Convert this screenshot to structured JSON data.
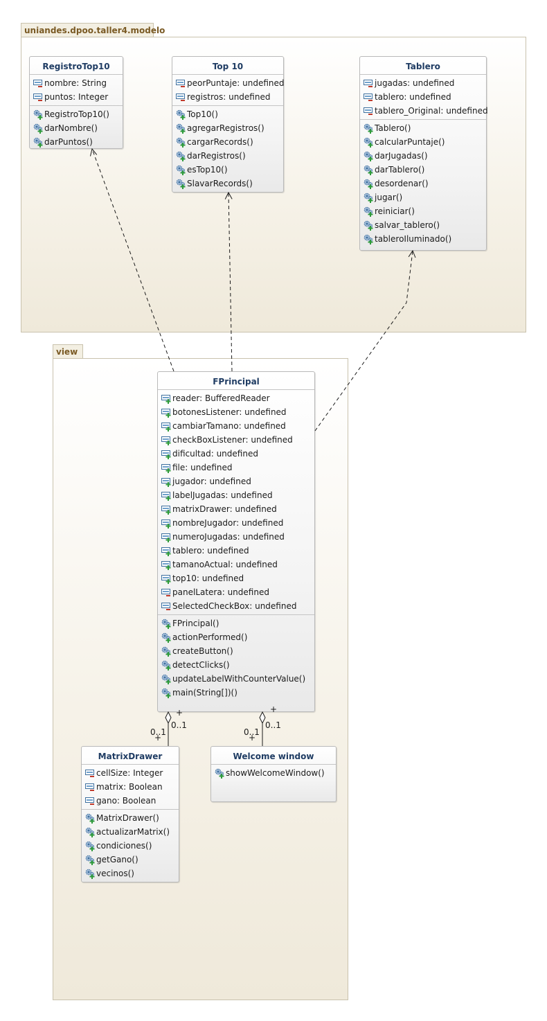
{
  "packages": {
    "modelo": {
      "name": "uniandes.dpoo.taller4.modelo"
    },
    "view": {
      "name": "view"
    }
  },
  "classes": {
    "registrotop10": {
      "name": "RegistroTop10",
      "attributes": [
        {
          "text": "nombre: String",
          "vis": "private"
        },
        {
          "text": "puntos: Integer",
          "vis": "private"
        }
      ],
      "methods": [
        {
          "text": "RegistroTop10()"
        },
        {
          "text": "darNombre()"
        },
        {
          "text": "darPuntos()"
        }
      ]
    },
    "top10": {
      "name": "Top 10",
      "attributes": [
        {
          "text": "peorPuntaje: undefined",
          "vis": "private"
        },
        {
          "text": "registros: undefined",
          "vis": "private"
        }
      ],
      "methods": [
        {
          "text": "Top10()"
        },
        {
          "text": "agregarRegistros()"
        },
        {
          "text": "cargarRecords()"
        },
        {
          "text": "darRegistros()"
        },
        {
          "text": "esTop10()"
        },
        {
          "text": "SlavarRecords()"
        }
      ]
    },
    "tablero": {
      "name": "Tablero",
      "attributes": [
        {
          "text": "jugadas: undefined",
          "vis": "private"
        },
        {
          "text": "tablero: undefined",
          "vis": "private"
        },
        {
          "text": "tablero_Original: undefined",
          "vis": "private"
        }
      ],
      "methods": [
        {
          "text": "Tablero()"
        },
        {
          "text": "calcularPuntaje()"
        },
        {
          "text": "darJugadas()"
        },
        {
          "text": "darTablero()"
        },
        {
          "text": "desordenar()"
        },
        {
          "text": "jugar()"
        },
        {
          "text": "reiniciar()"
        },
        {
          "text": "salvar_tablero()"
        },
        {
          "text": "tableroIluminado()"
        }
      ]
    },
    "fprincipal": {
      "name": "FPrincipal",
      "attributes": [
        {
          "text": "reader: BufferedReader",
          "vis": "public"
        },
        {
          "text": "botonesListener: undefined",
          "vis": "public"
        },
        {
          "text": "cambiarTamano: undefined",
          "vis": "public"
        },
        {
          "text": "checkBoxListener: undefined",
          "vis": "public"
        },
        {
          "text": "dificultad: undefined",
          "vis": "public"
        },
        {
          "text": "file: undefined",
          "vis": "public"
        },
        {
          "text": "jugador: undefined",
          "vis": "public"
        },
        {
          "text": "labelJugadas: undefined",
          "vis": "public"
        },
        {
          "text": "matrixDrawer: undefined",
          "vis": "public"
        },
        {
          "text": "nombreJugador: undefined",
          "vis": "public"
        },
        {
          "text": "numeroJugadas: undefined",
          "vis": "public"
        },
        {
          "text": "tablero: undefined",
          "vis": "public"
        },
        {
          "text": "tamanoActual: undefined",
          "vis": "public"
        },
        {
          "text": "top10: undefined",
          "vis": "public"
        },
        {
          "text": "panelLatera: undefined",
          "vis": "private"
        },
        {
          "text": "SelectedCheckBox: undefined",
          "vis": "private"
        }
      ],
      "methods": [
        {
          "text": "FPrincipal()"
        },
        {
          "text": "actionPerformed()"
        },
        {
          "text": "createButton()"
        },
        {
          "text": "detectClicks()"
        },
        {
          "text": "updateLabelWithCounterValue()"
        },
        {
          "text": "main(String[])()"
        }
      ]
    },
    "matrixdrawer": {
      "name": "MatrixDrawer",
      "attributes": [
        {
          "text": "cellSize: Integer",
          "vis": "private"
        },
        {
          "text": "matrix: Boolean",
          "vis": "private"
        },
        {
          "text": "gano: Boolean",
          "vis": "private"
        }
      ],
      "methods": [
        {
          "text": "MatrixDrawer()"
        },
        {
          "text": "actualizarMatrix()"
        },
        {
          "text": "condiciones()"
        },
        {
          "text": "getGano()"
        },
        {
          "text": "vecinos()"
        }
      ]
    },
    "welcome": {
      "name": "Welcome window",
      "attributes": [],
      "methods": [
        {
          "text": "showWelcomeWindow()"
        }
      ]
    }
  },
  "relations": {
    "aggregation_matrix": {
      "source_plus": "+",
      "source_mult": "0..1",
      "target_mult": "0..1",
      "target_plus": "+"
    },
    "aggregation_welcome": {
      "source_plus": "+",
      "source_mult": "0..1",
      "target_mult": "0..1",
      "target_plus": "+"
    }
  },
  "colors": {
    "class_title": "#1f3c63",
    "package_title": "#7a5a24",
    "package_bg": "#f3efe2"
  }
}
